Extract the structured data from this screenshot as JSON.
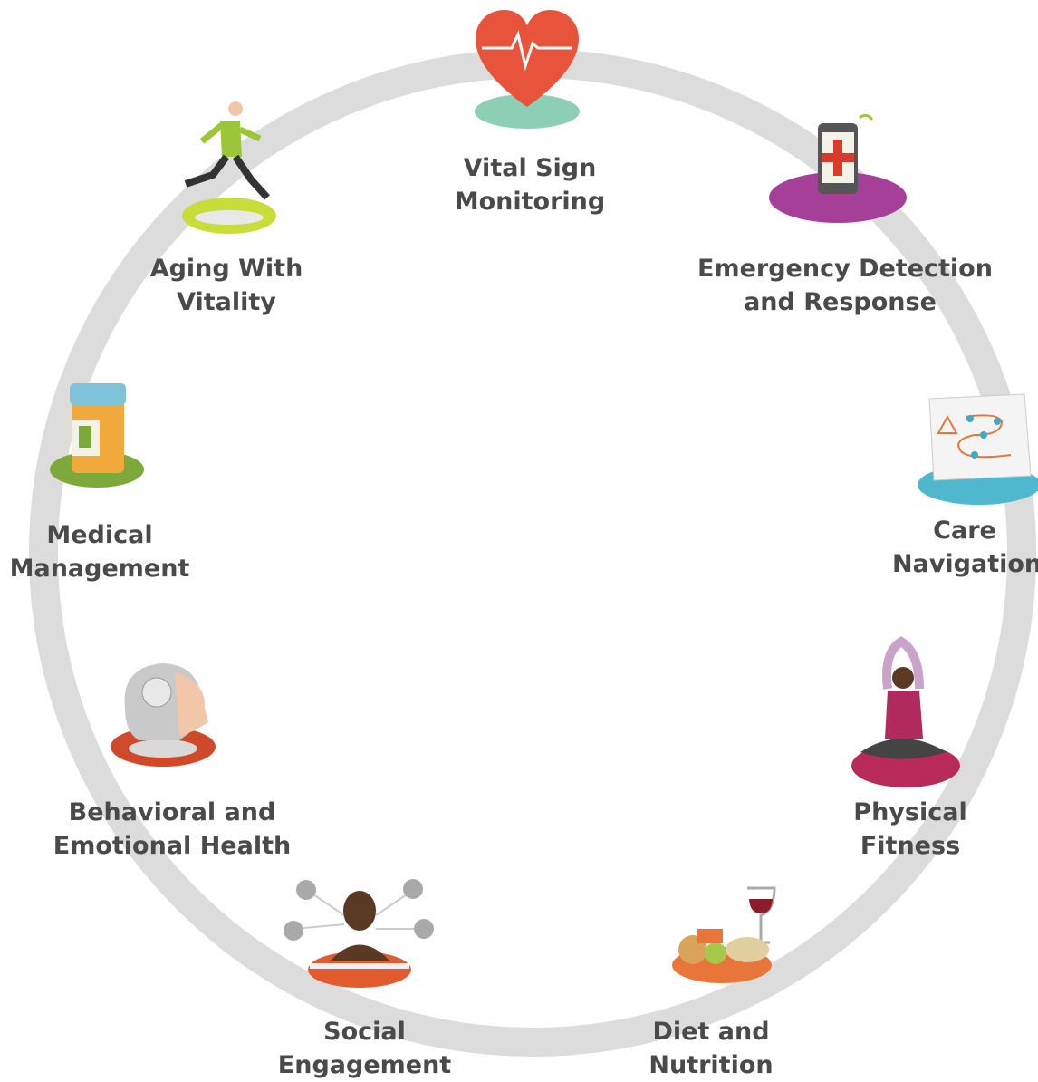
{
  "diagram": {
    "ring_color": "#dcdcdc",
    "label_color": "#4a4a4a",
    "items": [
      {
        "id": "vital-sign-monitoring",
        "line1": "Vital Sign",
        "line2": "Monitoring",
        "icon": "heart-monitor-icon",
        "accent": "#e8533b",
        "base": "#8ccfb4"
      },
      {
        "id": "emergency-detection",
        "line1": "Emergency Detection",
        "line2": "and Response",
        "icon": "emergency-phone-icon",
        "accent": "#d83b2e",
        "base": "#a63f98"
      },
      {
        "id": "care-navigation",
        "line1": "Care",
        "line2": "Navigation",
        "icon": "map-icon",
        "accent": "#3fa9c9",
        "base": "#4fb8cf"
      },
      {
        "id": "physical-fitness",
        "line1": "Physical",
        "line2": "Fitness",
        "icon": "yoga-person-icon",
        "accent": "#b02a5e",
        "base": "#b82a5a"
      },
      {
        "id": "diet-and-nutrition",
        "line1": "Diet and",
        "line2": "Nutrition",
        "icon": "food-plate-icon",
        "accent": "#8b1c2c",
        "base": "#e8763b"
      },
      {
        "id": "social-engagement",
        "line1": "Social",
        "line2": "Engagement",
        "icon": "social-person-icon",
        "accent": "#5a3a22",
        "base": "#e25b2f"
      },
      {
        "id": "behavioral-emotional-health",
        "line1": "Behavioral and",
        "line2": "Emotional Health",
        "icon": "head-brain-icon",
        "accent": "#c9c9c9",
        "base": "#cf4a2a"
      },
      {
        "id": "medical-management",
        "line1": "Medical",
        "line2": "Management",
        "icon": "pill-bottle-icon",
        "accent": "#f0a93a",
        "base": "#7da83a"
      },
      {
        "id": "aging-with-vitality",
        "line1": "Aging With",
        "line2": "Vitality",
        "icon": "runner-icon",
        "accent": "#9cc63a",
        "base": "#c8dd3a"
      }
    ]
  }
}
